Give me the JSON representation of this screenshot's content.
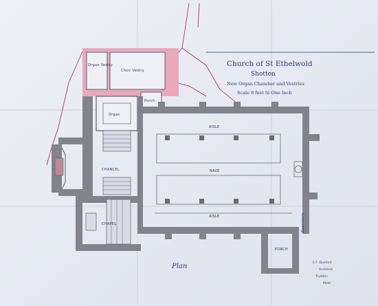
{
  "title": {
    "name": "Church of St Ethelwold",
    "place": "Shotton",
    "subject": "New Organ Chamber and Vestries",
    "scale": "Scale 8 feet to One Inch"
  },
  "rooms": {
    "organ_vestry": "Organ Vestry",
    "choir_vestry": "Choir Vestry",
    "organ": "Organ",
    "porch_upper": "Porch",
    "chancel": "CHANCEL",
    "chapel": "CHAPEL",
    "aisle_north": "AISLE",
    "nave": "NAVE",
    "aisle_south": "AISLE",
    "porch_south": "PORCH",
    "baptistery": "Baptistery"
  },
  "plan_label": "Plan",
  "signature": [
    "E.T. Dunford",
    "Architect",
    "Trydden",
    "Mold"
  ],
  "colors": {
    "paper": "#eceef4",
    "wall": "#7f8089",
    "wall_dark": "#5e5f68",
    "new_work": "#e8a9bd",
    "ink": "#2a3a7a",
    "pencil_red": "#9a2a42"
  }
}
